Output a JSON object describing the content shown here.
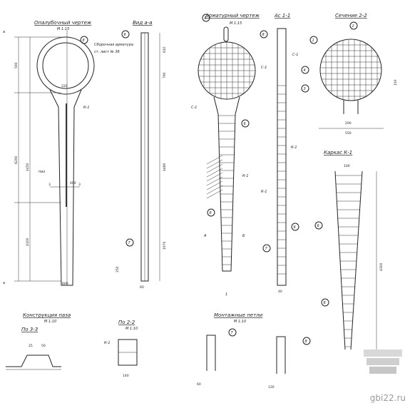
{
  "views": {
    "formwork": {
      "title": "Опалубочный чертеж",
      "scale": "М 1:15"
    },
    "view_a": {
      "title": "Вид а-а"
    },
    "reinforcement": {
      "title": "Арматурный чертеж",
      "scale": "М 1:15"
    },
    "section_11": {
      "title": "Ас 1-1"
    },
    "section_22": {
      "title": "Сечение 2-2"
    },
    "frame_k1": {
      "title": "Каркас К-1"
    },
    "node_detail": {
      "title": "Конструкция паза",
      "scale": "М 1:10"
    },
    "view_33": {
      "title": "По 3-3"
    },
    "view_22": {
      "title": "По 2-2",
      "scale": "М 1:10"
    },
    "mounting_loops": {
      "title": "Монтажные петли",
      "scale": "М 1:10"
    }
  },
  "labels": {
    "marker_a": "а",
    "callout_8": "8",
    "callout_6": "6",
    "callout_7": "7",
    "callout_2": "2",
    "callout_3": "3",
    "callout_4": "4",
    "callout_1": "1",
    "frame_c1": "С-1",
    "frame_k1": "К-1",
    "frame_k1_short": "К-1",
    "section_mark_2": "2",
    "section_mark_1": "1",
    "section_mark_3": "3",
    "cut_a": "А",
    "cut_b": "Б",
    "note_assembly": "Сборочная арматура",
    "note_assembly_sub": "ст. лист № 36",
    "note_paz": "паз",
    "lb_k1": "К-1",
    "lb_c1": "С-1"
  },
  "dims": {
    "d1": "590",
    "d2": "1450",
    "d3": "4100",
    "d4": "6290",
    "d5": "220",
    "d6": "400",
    "d7": "600",
    "d8": "250",
    "d9": "610",
    "d10": "790",
    "d11": "4480",
    "d12": "1970",
    "d13": "60",
    "d14": "150",
    "d15": "200",
    "d16": "550",
    "d17": "4300",
    "d18": "100",
    "d19": "50",
    "d20": "25",
    "d21": "40",
    "d22": "140",
    "d23": "60",
    "d24": "120"
  },
  "watermark": "gbi22.ru"
}
